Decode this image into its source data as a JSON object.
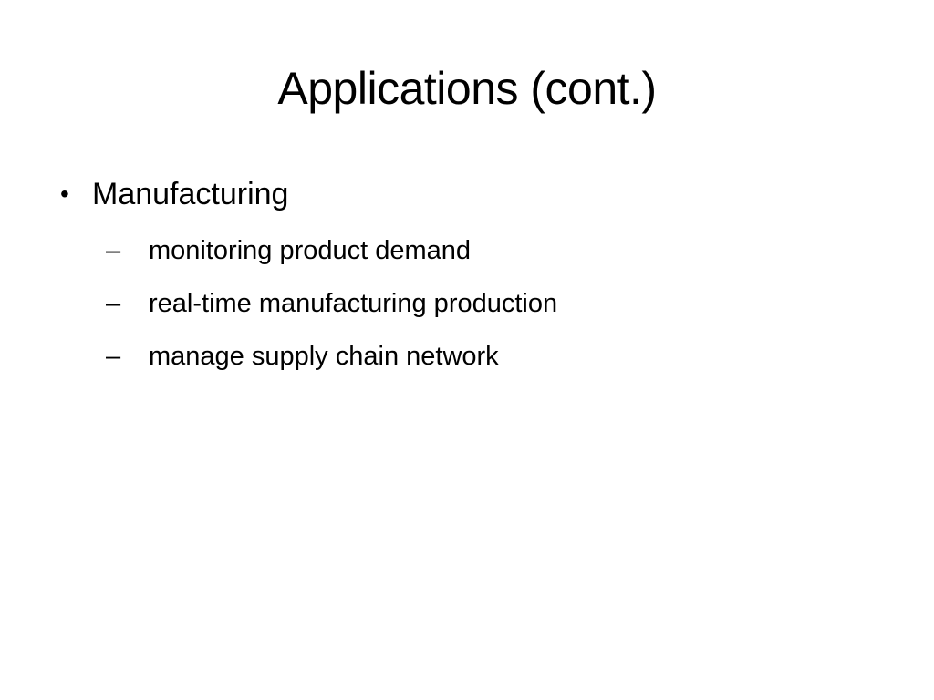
{
  "slide": {
    "title": "Applications (cont.)",
    "bullets": [
      {
        "marker": "•",
        "text": "Manufacturing",
        "subitems": [
          {
            "marker": "–",
            "text": "monitoring product demand"
          },
          {
            "marker": "–",
            "text": "real-time manufacturing production"
          },
          {
            "marker": "–",
            "text": "manage supply chain network"
          }
        ]
      }
    ]
  }
}
